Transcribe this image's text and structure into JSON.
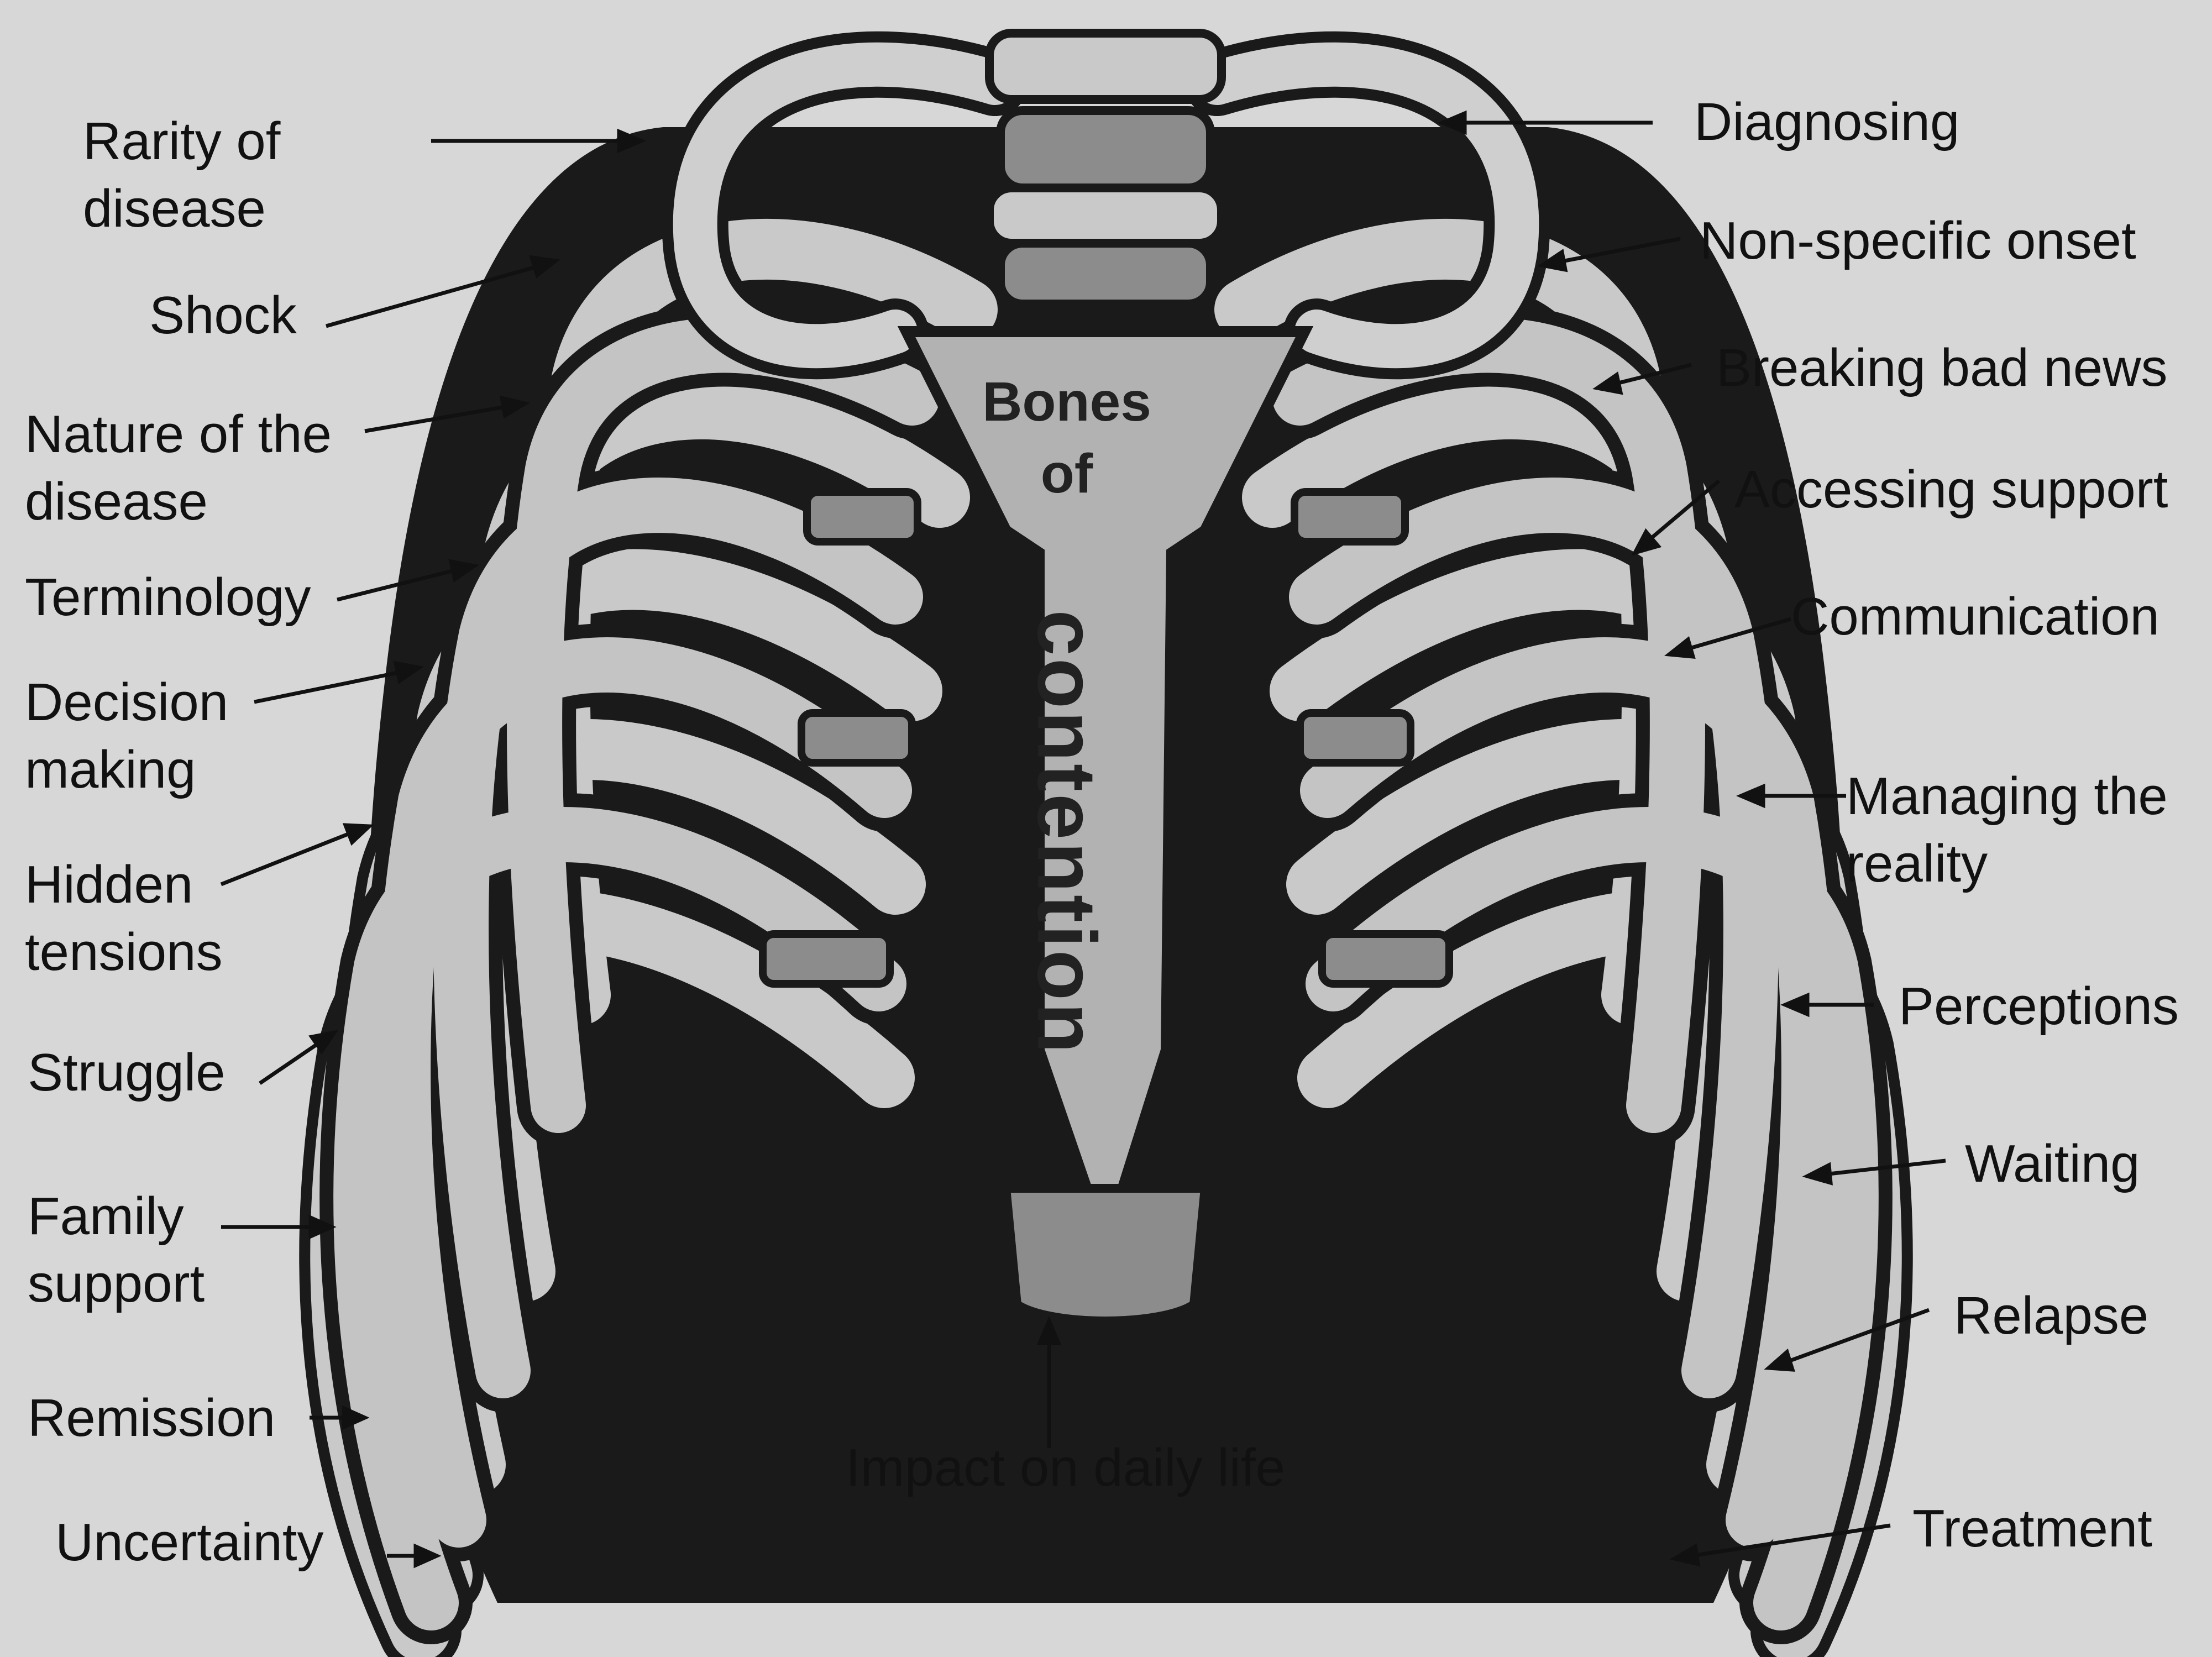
{
  "diagram": {
    "sternum_title_line1": "Bones",
    "sternum_title_line2": "of",
    "sternum_vertical_word": "contention",
    "left_labels": [
      {
        "line1": "Rarity of",
        "line2": "disease"
      },
      {
        "line1": "Shock",
        "line2": ""
      },
      {
        "line1": "Nature of the",
        "line2": "disease"
      },
      {
        "line1": "Terminology",
        "line2": ""
      },
      {
        "line1": "Decision",
        "line2": "making"
      },
      {
        "line1": "Hidden",
        "line2": "tensions"
      },
      {
        "line1": "Struggle",
        "line2": ""
      },
      {
        "line1": "Family",
        "line2": "support"
      },
      {
        "line1": "Remission",
        "line2": ""
      },
      {
        "line1": "Uncertainty",
        "line2": ""
      }
    ],
    "right_labels": [
      {
        "line1": "Diagnosing",
        "line2": ""
      },
      {
        "line1": "Non-specific onset",
        "line2": ""
      },
      {
        "line1": "Breaking bad news",
        "line2": ""
      },
      {
        "line1": "Accessing support",
        "line2": ""
      },
      {
        "line1": "Communication",
        "line2": ""
      },
      {
        "line1": "Managing the",
        "line2": "reality"
      },
      {
        "line1": "Perceptions",
        "line2": ""
      },
      {
        "line1": "Waiting",
        "line2": ""
      },
      {
        "line1": "Relapse",
        "line2": ""
      },
      {
        "line1": "Treatment",
        "line2": ""
      }
    ],
    "bottom_label": "Impact on daily life"
  }
}
